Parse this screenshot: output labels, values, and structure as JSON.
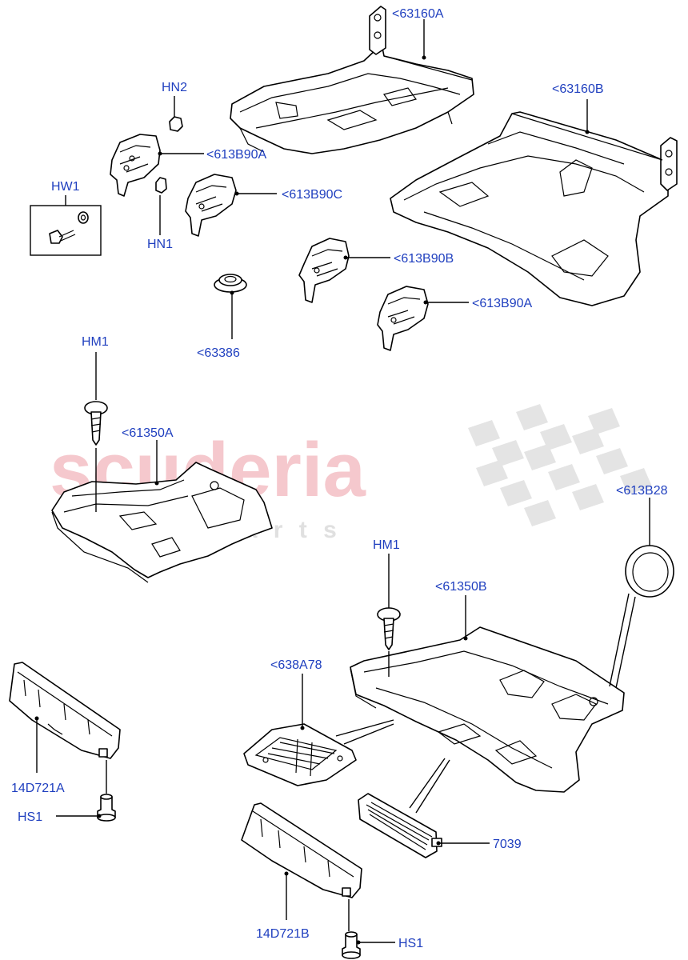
{
  "watermark": {
    "brand": "scuderia",
    "sub": "c a r   p a r t s",
    "brand_color": "#f4c3c8",
    "sub_color": "#e0e0e0",
    "check_color": "#dedede"
  },
  "label_color": "#1f3fbf",
  "labels": {
    "p63160A": "<63160A",
    "p63160B": "<63160B",
    "hn2": "HN2",
    "p613B90A_top": "<613B90A",
    "p613B90C": "<613B90C",
    "hw1": "HW1",
    "hn1": "HN1",
    "p613B90B": "<613B90B",
    "p613B90A_low": "<613B90A",
    "p63386": "<63386",
    "hm1_left": "HM1",
    "p61350A": "<61350A",
    "p613B28": "<613B28",
    "hm1_right": "HM1",
    "p61350B": "<61350B",
    "p638A78": "<638A78",
    "p14D721A": "14D721A",
    "hs1_left": "HS1",
    "p7039": "7039",
    "p14D721B": "14D721B",
    "hs1_right": "HS1"
  }
}
